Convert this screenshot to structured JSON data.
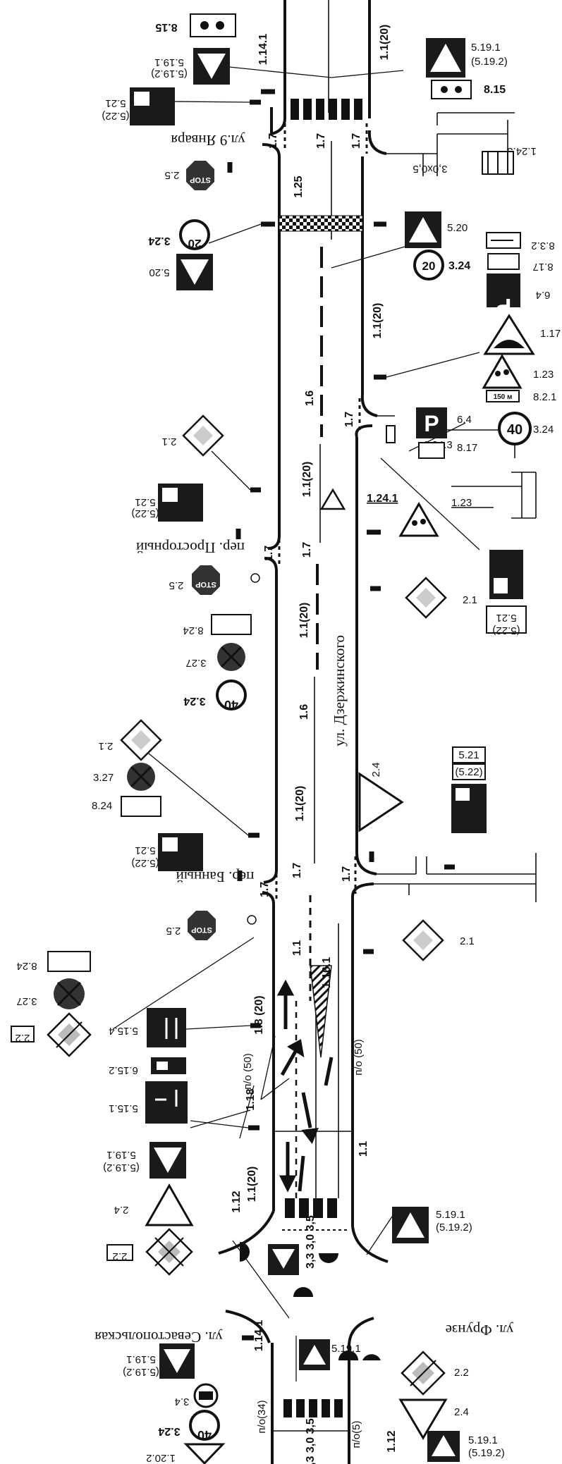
{
  "streets": {
    "main": "ул. Дзержинского",
    "top": "ул.9 Января",
    "prostorny": "пер. Просторный",
    "banny": "пер. Банный",
    "sevastopolskaya": "ул. Севастопольская",
    "frunze": "ул. Фрунзе"
  },
  "markings": {
    "m_1_14_1_top": "1.14.1",
    "m_1_1_20_top": "1.1(20)",
    "m_1_7_a": "1.7",
    "m_1_7_b": "1.7",
    "m_1_7_c": "1.7",
    "m_1_25": "1.25",
    "m_1_1_20_b": "1.1(20)",
    "m_1_6_a": "1.6",
    "m_1_7_d": "1.7",
    "m_1_1_20_c": "1.1(20)",
    "m_1_7_e": "1.7",
    "m_1_7_f": "1.7",
    "m_1_1_20_d": "1.1(20)",
    "m_1_6_b": "1.6",
    "m_1_1_20_e": "1.1(20)",
    "m_1_7_g": "1.7",
    "m_1_7_h": "1.7",
    "m_1_7_i": "1.7",
    "m_1_1_a": "1.1",
    "m_1_16_1": "1.16.1",
    "m_1_8_20": "1.8 (20)",
    "m_po_50_a": "п/о (50)",
    "m_po_50_b": "п/о (50)",
    "m_1_18": "1.18",
    "m_1_1_b": "1.1",
    "m_1_12_a": "1.12",
    "m_1_1_20_f": "1.1(20)",
    "m_lanes_a": "3,3 3,0 3,5",
    "m_1_14_1_bot": "1.14.1",
    "m_po_34": "п/о(34)",
    "m_lanes_b": "3,3 3,0 3,5",
    "m_po_5": "п/о(5)",
    "m_1_12_b": "1.12",
    "m_1_24_1": "1.24.1",
    "m_1_24_3_a": "1.24.3",
    "m_1_24_3_b": "1.24.3",
    "m_1_23": "1.23",
    "m_3x05": "3,0х0,5"
  },
  "sign_labels": {
    "s_8_15_a": "8.15",
    "s_5_19_1_a": "5.19.1",
    "s_5_19_2_a": "(5.19.2)",
    "s_5_19_1_b": "5.19.1",
    "s_5_19_2_b": "(5.19.2)",
    "s_8_15_b": "8.15",
    "s_5_21_a": "5.21",
    "s_5_22_a": "(5.22)",
    "s_2_5_a": "2.5",
    "s_3_24_a": "3.24",
    "s_20_a": "20",
    "s_5_20_a": "5.20",
    "s_5_20_b": "5.20",
    "s_20_b": "20",
    "s_3_24_b": "3.24",
    "s_8_3_2": "8.3.2",
    "s_8_17_a": "8.17",
    "s_6_4_a": "6.4",
    "s_1_17": "1.17",
    "s_1_23": "1.23",
    "s_150m": "150 м",
    "s_8_2_1": "8.2.1",
    "s_6_4_b": "6.4",
    "s_8_17_b": "8.17",
    "s_40_a": "40",
    "s_3_24_c": "3.24",
    "s_2_1_a": "2.1",
    "s_5_21_b": "5.21",
    "s_5_22_b": "(5.22)",
    "s_2_1_b": "2.1",
    "s_5_21_c": "5.21",
    "s_5_22_c": "(5.22)",
    "s_2_5_b": "2.5",
    "s_8_24_a": "8.24",
    "s_3_27_a": "3.27",
    "s_3_24_d": "3.24",
    "s_40_b": "40",
    "s_2_1_c": "2.1",
    "s_3_27_b": "3.27",
    "s_8_24_b": "8.24",
    "s_5_21_d": "5.21",
    "s_5_22_d": "(5.22)",
    "s_2_4_a": "2.4",
    "s_5_21_e": "5.21",
    "s_5_22_e": "(5.22)",
    "s_2_5_c": "2.5",
    "s_2_1_d": "2.1",
    "s_8_24_c": "8.24",
    "s_3_27_c": "3.27",
    "s_2_2_a": "2.2",
    "s_5_15_4": "5.15.4",
    "s_6_15_2": "6.15.2",
    "s_5_15_1": "5.15.1",
    "s_5_19_1_c": "5.19.1",
    "s_5_19_2_c": "(5.19.2)",
    "s_2_4_b": "2.4",
    "s_2_2_b": "2.2",
    "s_5_19_1_d": "5.19.1",
    "s_5_19_2_d": "(5.19.2)",
    "s_5_19_1_e": "5.19.1",
    "s_5_19_1_f": "5.19.1",
    "s_5_19_2_f": "(5.19.2)",
    "s_3_4": "3.4",
    "s_3_24_e": "3.24",
    "s_40_c": "40",
    "s_1_20_2": "1.20.2",
    "s_2_2_c": "2.2",
    "s_2_4_c": "2.4",
    "s_5_19_1_g": "5.19.1",
    "s_5_19_2_g": "(5.19.2)",
    "stop_a": "STOP",
    "stop_b": "STOP",
    "stop_c": "STOP"
  },
  "colors": {
    "ink": "#111111",
    "paper": "#ffffff",
    "sign_dark": "#1a1a1a",
    "sign_grey": "#555555"
  }
}
